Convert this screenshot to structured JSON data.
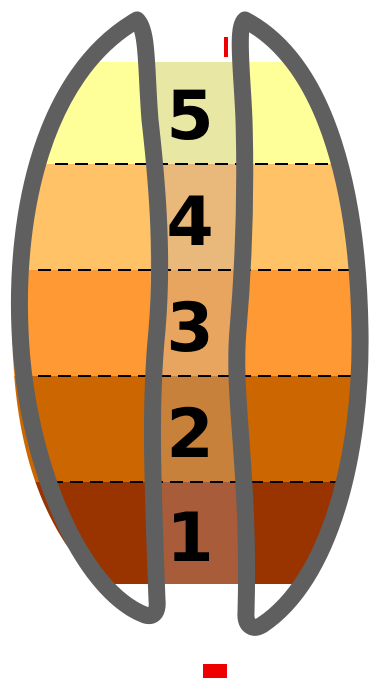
{
  "diagram": {
    "layers": [
      {
        "label": "5",
        "side_color": "#ffff99",
        "center_color": "#e8e8a4"
      },
      {
        "label": "4",
        "side_color": "#ffc266",
        "center_color": "#e8b97a"
      },
      {
        "label": "3",
        "side_color": "#ff9933",
        "center_color": "#e8a560"
      },
      {
        "label": "2",
        "side_color": "#cc6600",
        "center_color": "#c8813a"
      },
      {
        "label": "1",
        "side_color": "#993300",
        "center_color": "#a85c3a"
      }
    ],
    "outline_color": "#5f5f5f",
    "marker_color": "#ee0000"
  }
}
